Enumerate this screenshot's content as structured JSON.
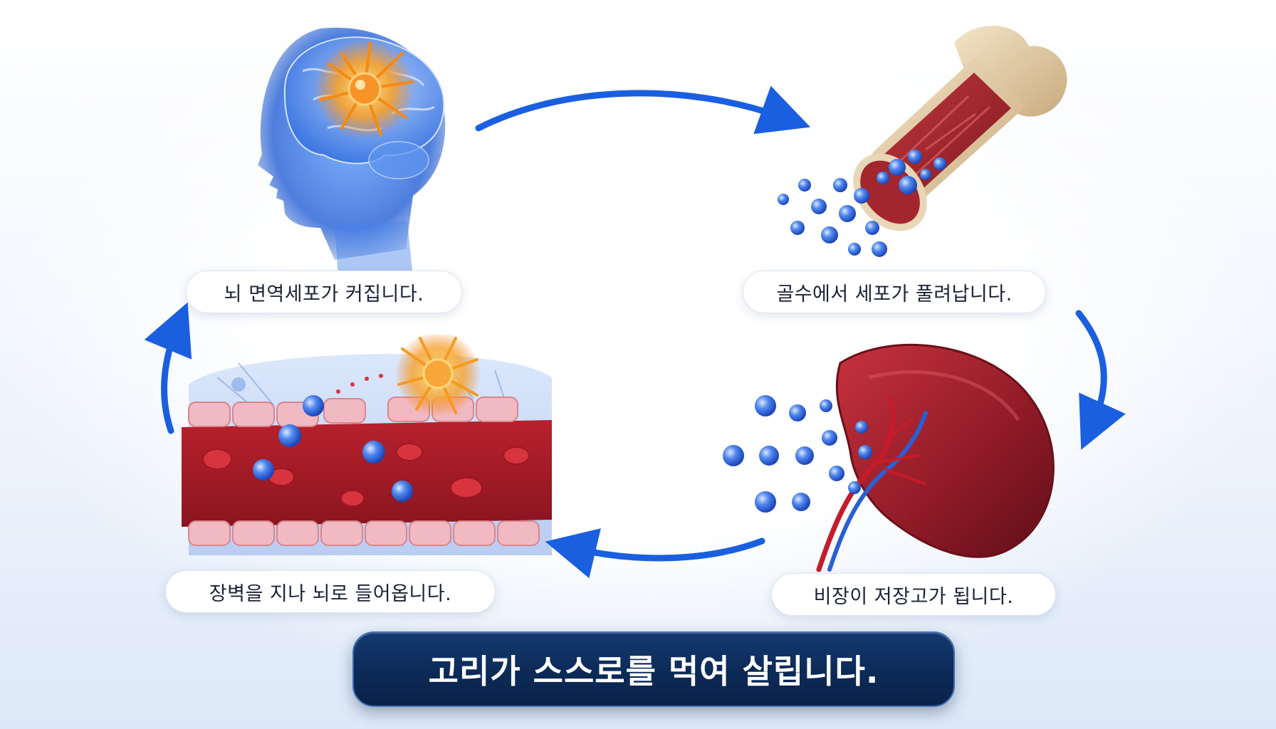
{
  "steps": {
    "brain": {
      "label": "뇌 면역세포가 커집니다."
    },
    "bone_marrow": {
      "label": "골수에서 세포가 풀려납니다."
    },
    "spleen": {
      "label": "비장이 저장고가 됩니다."
    },
    "gut_wall": {
      "label": "장벽을 지나 뇌로 들어옵니다."
    }
  },
  "banner": {
    "text": "고리가 스스로를 먹여 살립니다."
  },
  "colors": {
    "arrow": "#1a5fe0",
    "banner_bg": "#0c2a57",
    "cell_blue": "#3f7de8",
    "neuron_orange": "#f6a02a",
    "spleen_red": "#a3202c",
    "bone": "#e6d2b0"
  }
}
